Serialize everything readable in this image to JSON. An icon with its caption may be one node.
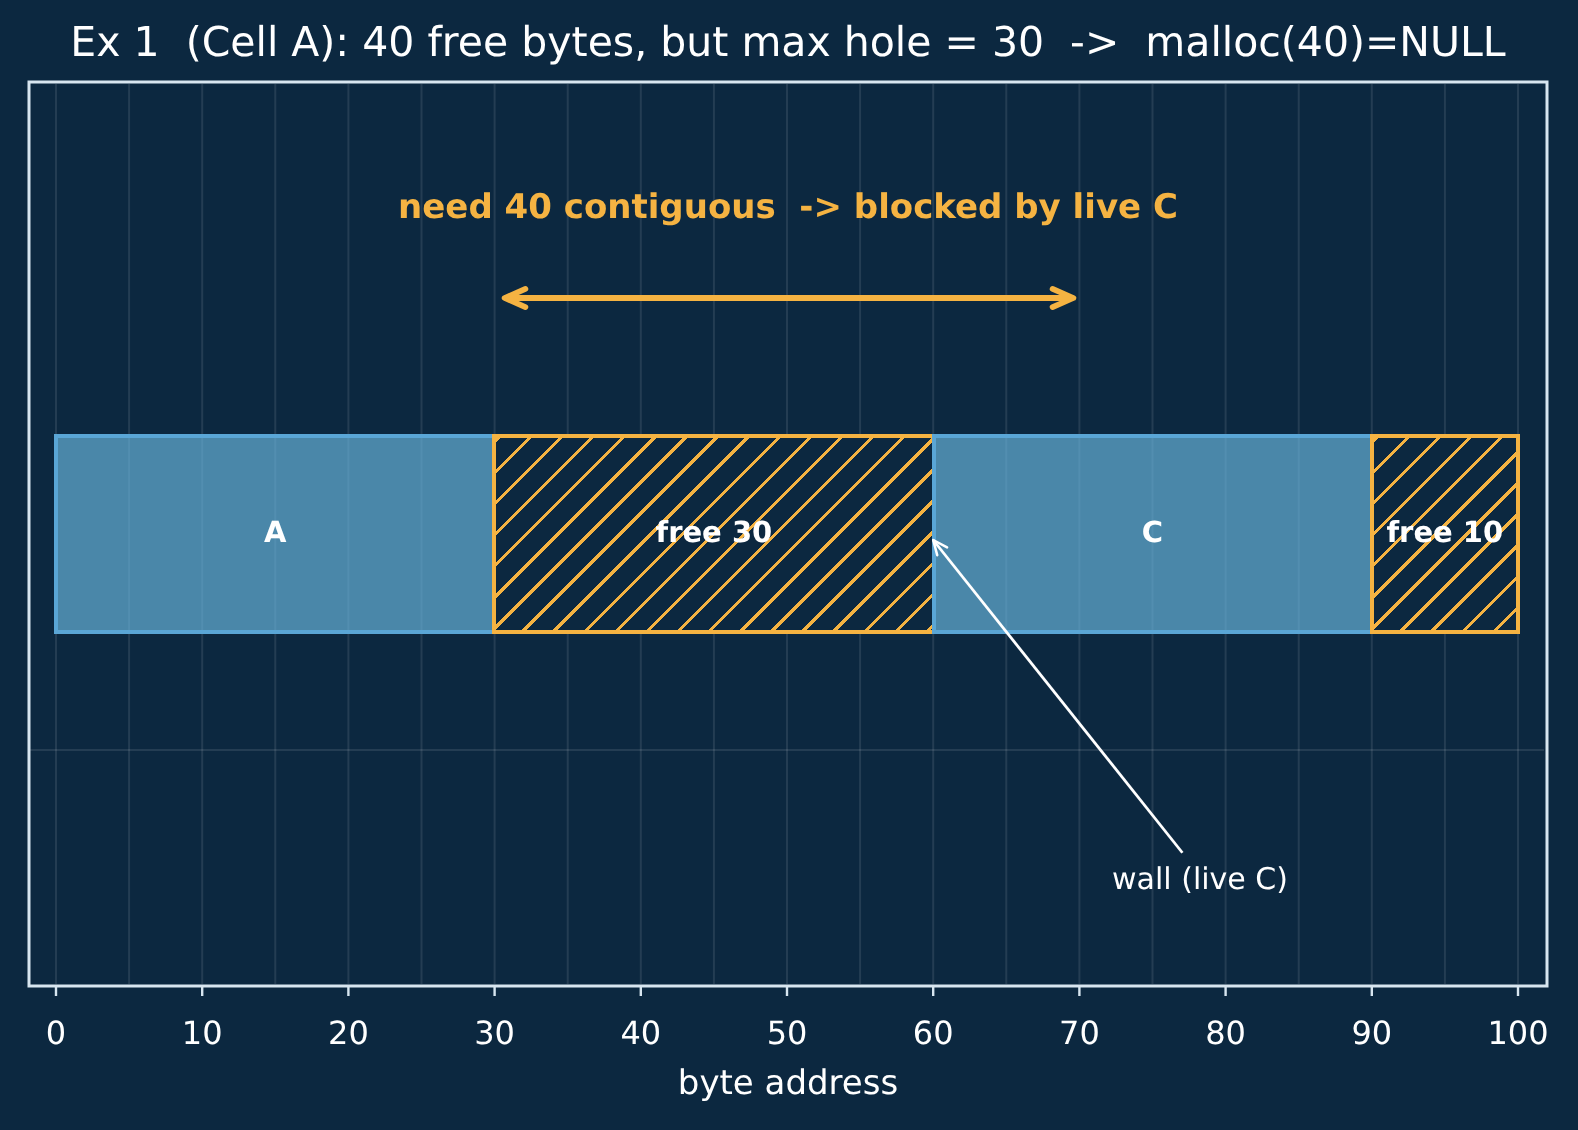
{
  "diagram": {
    "title": "Ex 1  (Cell A): 40 free bytes, but max hole = 30  ->  malloc(40)=NULL",
    "nodes": [
      {
        "text": [
          "A"
        ]
      },
      {
        "text": [
          "free 30"
        ]
      },
      {
        "text": [
          "C"
        ]
      },
      {
        "text": [
          "free 10"
        ]
      },
      {
        "text": [
          "wall (live C)"
        ]
      }
    ],
    "edges": [
      {
        "from": 4,
        "to": 2,
        "arrow": "to"
      }
    ],
    "labels": [
      "need 40 contiguous  -> blocked by live C",
      "0",
      "10",
      "20",
      "30",
      "40",
      "50",
      "60",
      "70",
      "80",
      "90",
      "100",
      "byte address"
    ]
  }
}
